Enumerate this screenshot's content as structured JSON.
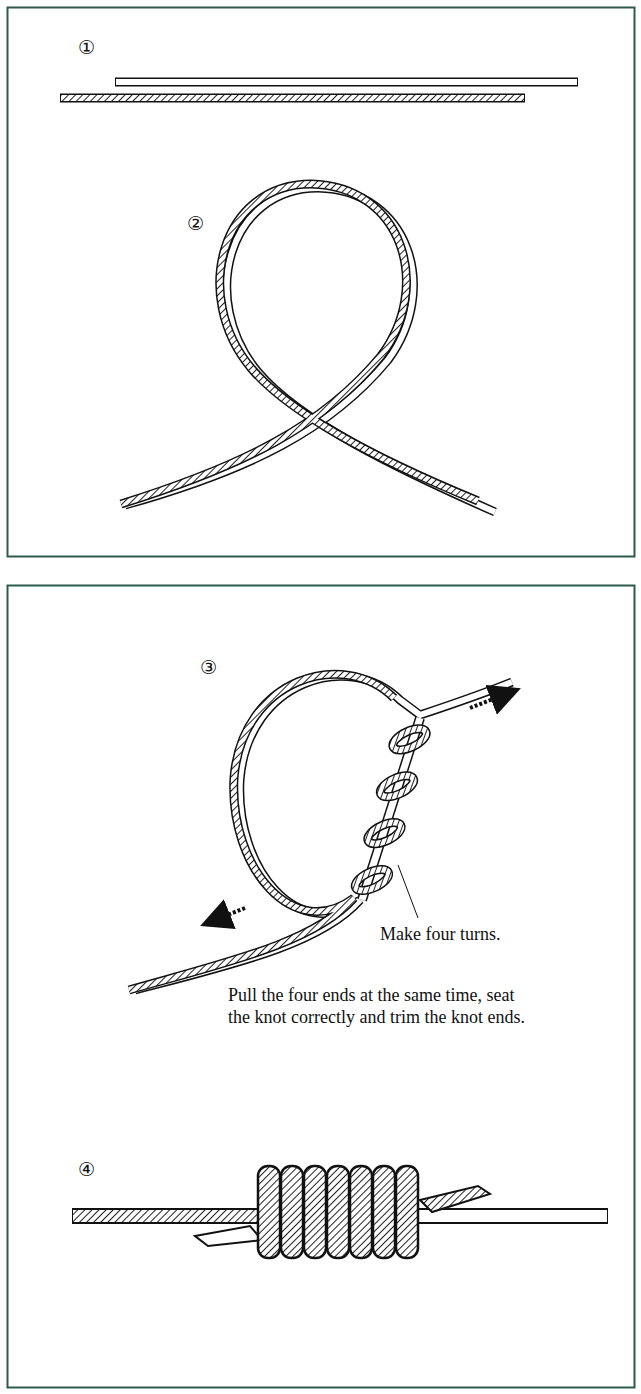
{
  "diagram": {
    "labels": [
      "①",
      "②",
      "③",
      "Make four turns.",
      "Pull the four ends at the same time, seat the knot correctly and trim the knot ends.",
      "④"
    ]
  }
}
